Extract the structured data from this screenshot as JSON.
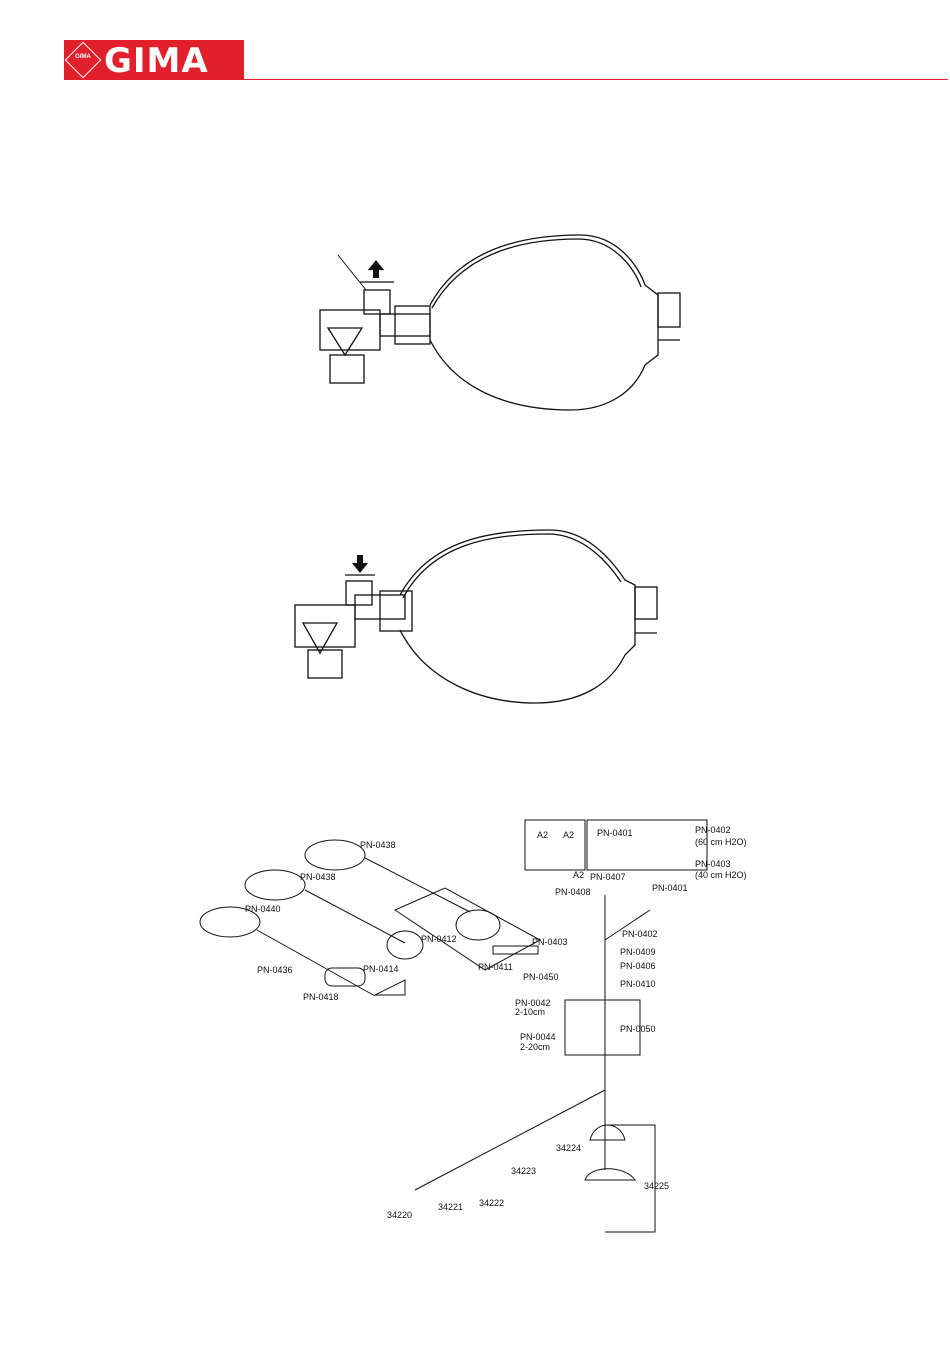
{
  "header": {
    "brand": "GIMA",
    "seal_text": "GIMA"
  },
  "figures": {
    "valve_open": {
      "arrow": "up-arrow-icon"
    },
    "valve_closed": {
      "arrow": "down-arrow-icon"
    }
  },
  "diagram": {
    "reservoirs": [
      "PN-0438",
      "PN-0438",
      "PN-0440"
    ],
    "connectors": [
      "PN-0436",
      "PN-0418",
      "PN-0414",
      "PN-0412",
      "PN-0411",
      "PN-0450"
    ],
    "box_a2_labels": [
      "A2",
      "A2"
    ],
    "box_valve": {
      "left": "PN-0401",
      "right_top": "PN-0402",
      "right_top_sub": "(60 cm H2O)",
      "right_bottom": "PN-0403",
      "right_bottom_sub": "(40 cm H2O)"
    },
    "valve_stack": [
      "A2",
      "PN-0407",
      "PN-0408",
      "PN-0401",
      "PN-0403",
      "PN-0402",
      "PN-0409",
      "PN-0406",
      "PN-0410"
    ],
    "peep": {
      "a": "PN-0042",
      "a_range": "2-10cm",
      "b": "PN-0044",
      "b_range": "2-20cm",
      "c": "PN-0050"
    },
    "masks": [
      "34220",
      "34221",
      "34222",
      "34223",
      "34224",
      "34225"
    ]
  }
}
